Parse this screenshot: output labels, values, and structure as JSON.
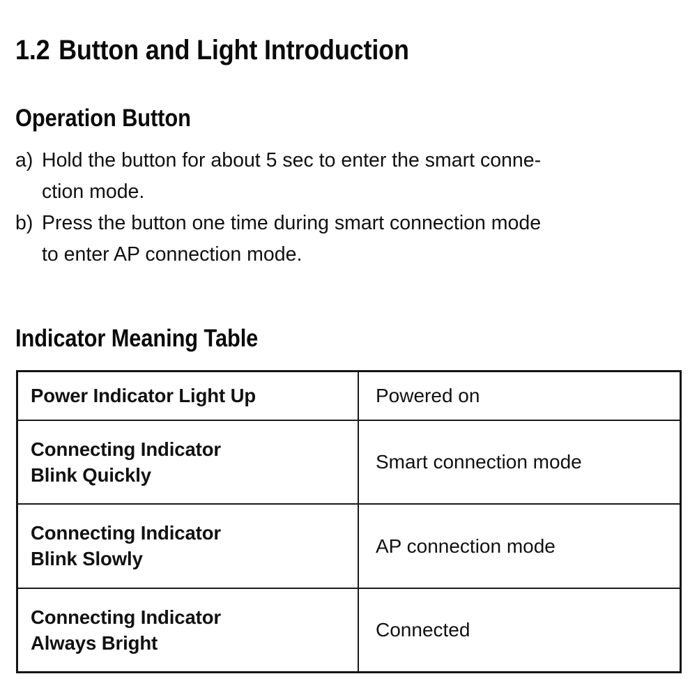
{
  "document": {
    "section_number": "1.2",
    "section_title": "Button and Light Introduction",
    "subheading_operation": "Operation Button",
    "subheading_table": "Indicator Meaning Table"
  },
  "operation_steps": [
    {
      "marker": "a)",
      "lines": [
        "Hold the button for about 5 sec to enter the smart conne-",
        "ction mode."
      ],
      "full_text": "Hold the button for about 5 sec to enter the smart connection mode."
    },
    {
      "marker": "b)",
      "lines": [
        "Press the button one time during smart connection mode",
        "to enter AP connection mode."
      ],
      "full_text": "Press the button one time during smart connection mode to enter AP connection mode."
    }
  ],
  "indicator_table": {
    "rows": [
      {
        "indicator_lines": [
          "Power Indicator Light Up"
        ],
        "indicator": "Power Indicator Light Up",
        "meaning": "Powered on"
      },
      {
        "indicator_lines": [
          "Connecting Indicator",
          "Blink Quickly"
        ],
        "indicator": "Connecting Indicator Blink Quickly",
        "meaning": "Smart connection mode"
      },
      {
        "indicator_lines": [
          "Connecting Indicator",
          "Blink Slowly"
        ],
        "indicator": "Connecting Indicator Blink Slowly",
        "meaning": "AP connection mode"
      },
      {
        "indicator_lines": [
          "Connecting Indicator",
          "Always Bright"
        ],
        "indicator": "Connecting Indicator Always Bright",
        "meaning": "Connected"
      }
    ]
  },
  "colors": {
    "background": "#ffffff",
    "text": "#111111",
    "border": "#151515"
  }
}
